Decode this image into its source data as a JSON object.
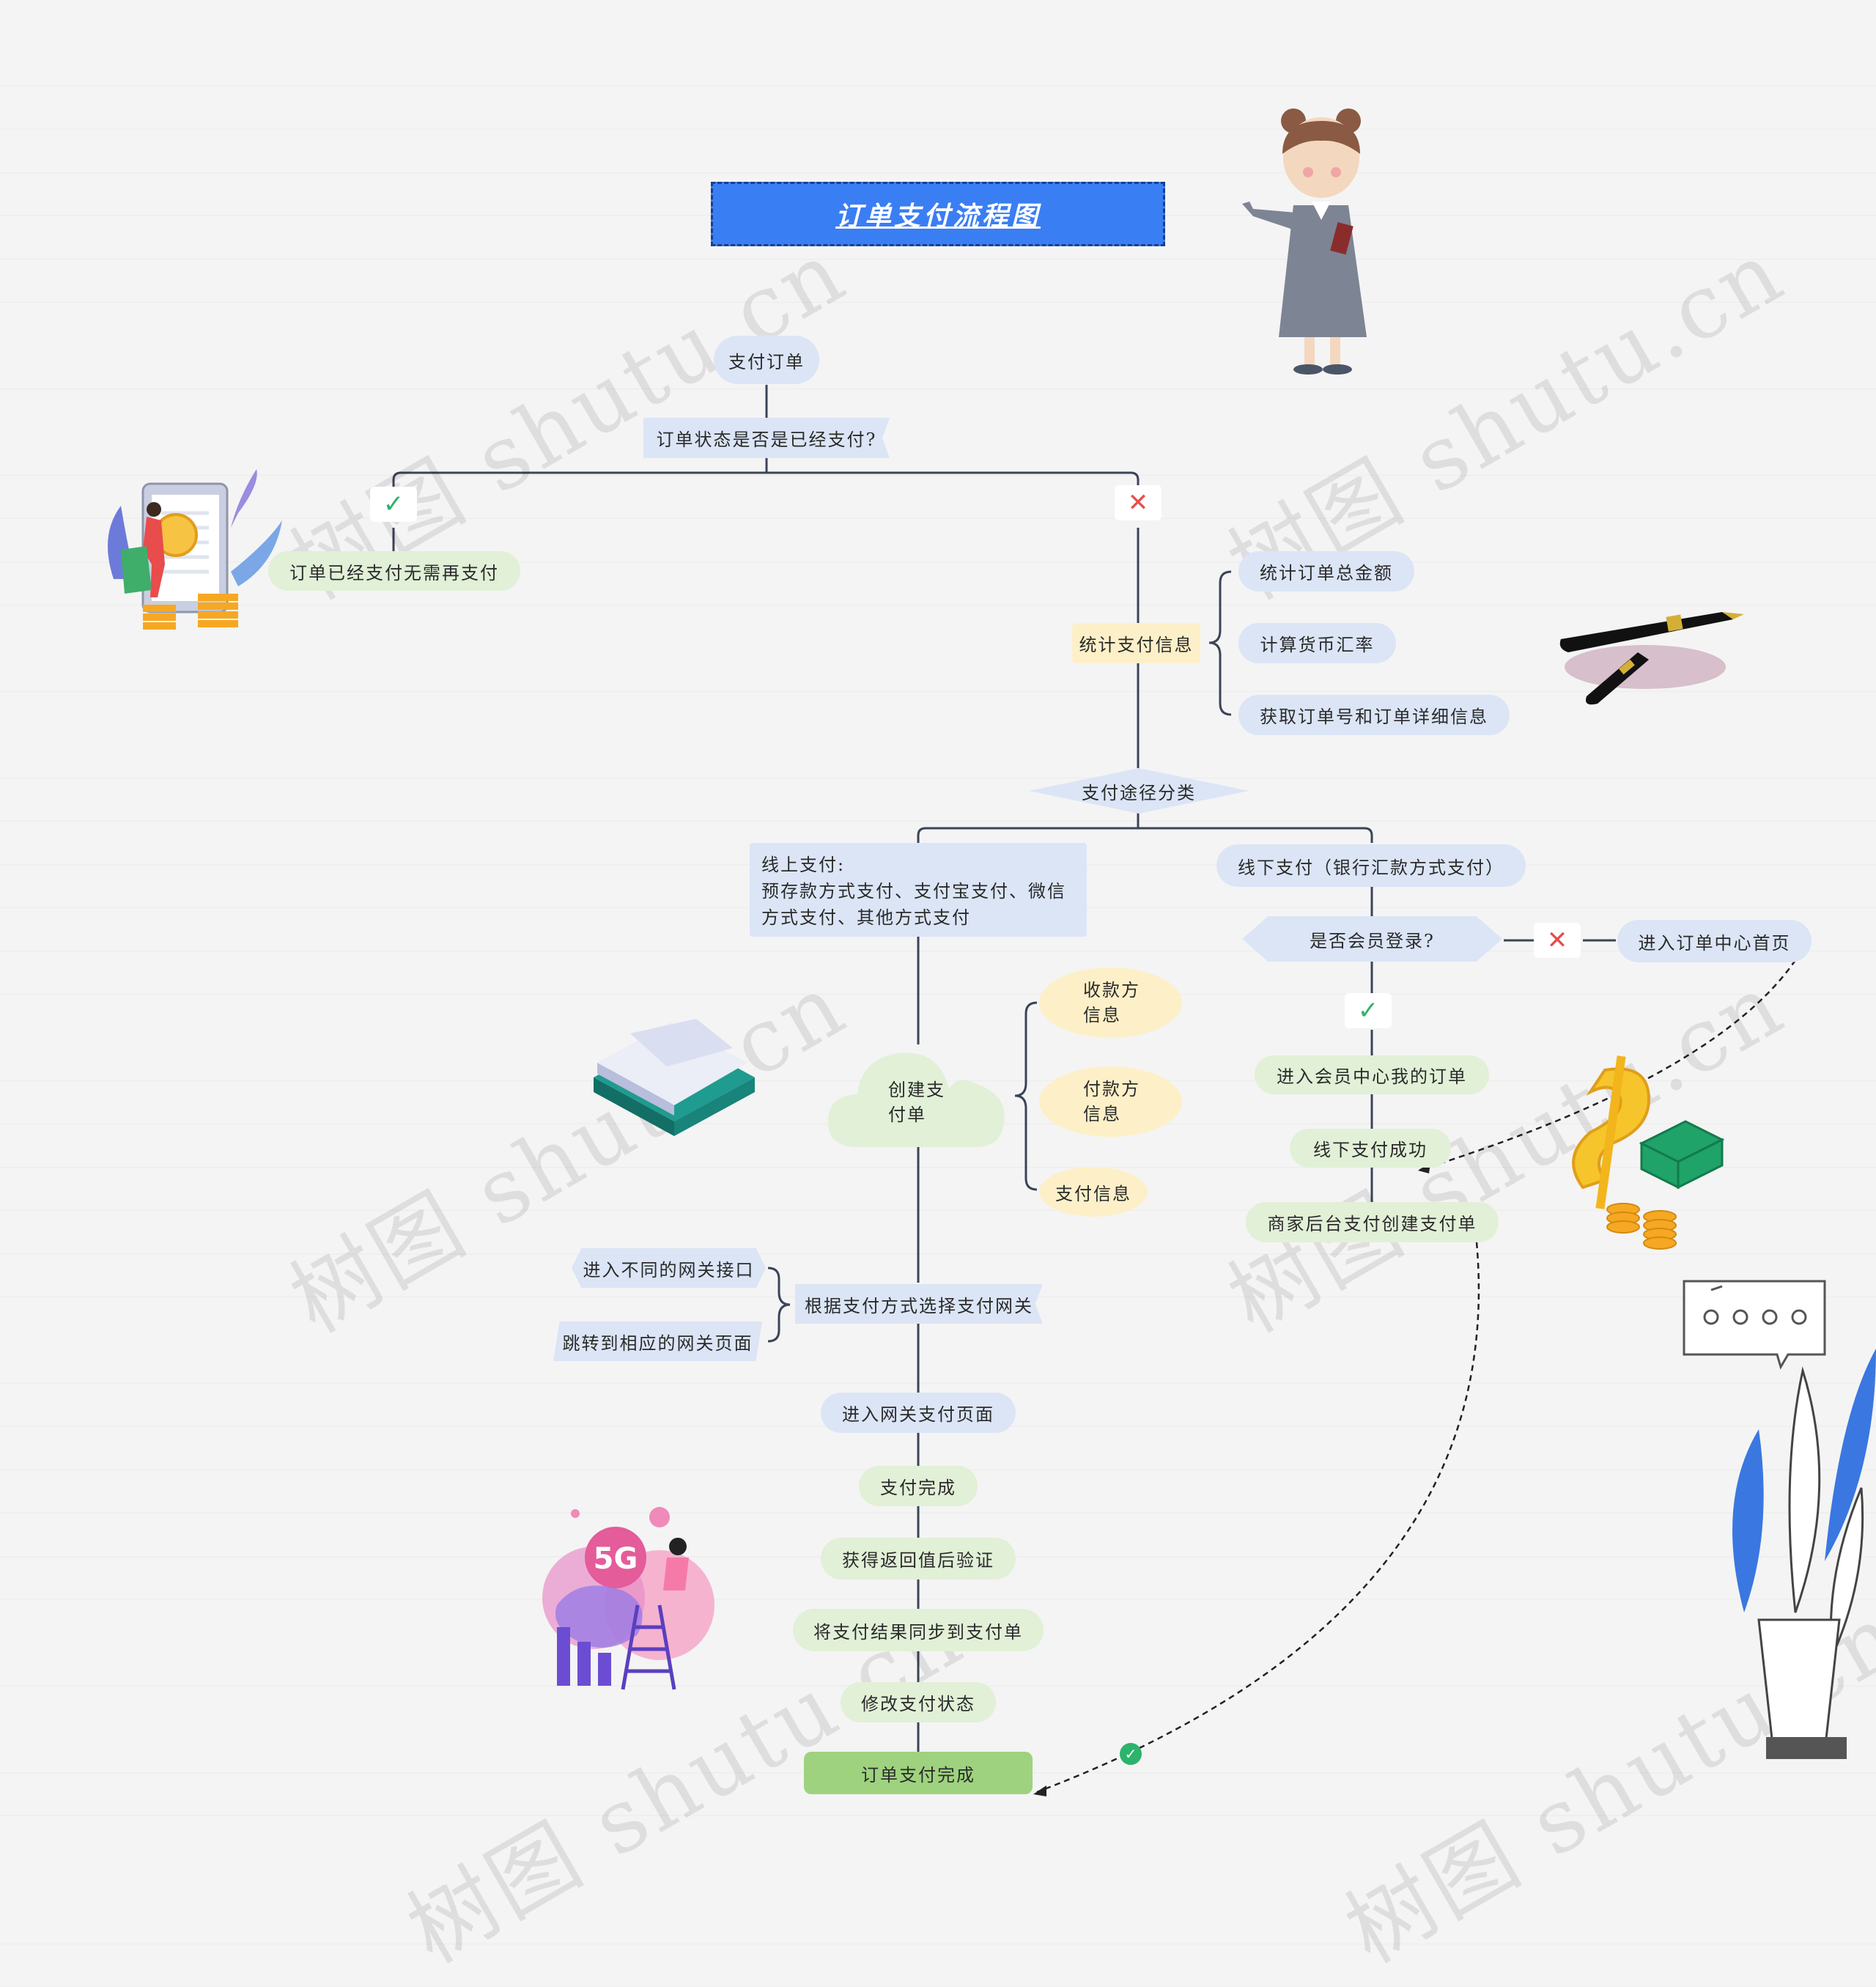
{
  "title": "订单支付流程图",
  "watermark_text": "树图 shutu.cn",
  "nodes": {
    "pay_order": "支付订单",
    "order_status_question": "订单状态是否是已经支付?",
    "already_paid": "订单已经支付无需再支付",
    "stat_pay_info": "统计支付信息",
    "stat_total": "统计订单总金额",
    "calc_rate": "计算货币汇率",
    "get_detail": "获取订单号和订单详细信息",
    "pay_route": "支付途径分类",
    "online_pay": "线上支付:\n预存款方式支付、支付宝支付、微信方式支付、其他方式支付",
    "offline_pay": "线下支付（银行汇款方式支付）",
    "member_login_question": "是否会员登录?",
    "order_center_home": "进入订单中心首页",
    "member_center_orders": "进入会员中心我的订单",
    "offline_success": "线下支付成功",
    "merchant_create": "商家后台支付创建支付单",
    "create_pay_order": "创建支\n付单",
    "payee_info": "收款方\n信息",
    "payer_info": "付款方\n信息",
    "pay_info": "支付信息",
    "select_gateway": "根据支付方式选择支付网关",
    "enter_interfaces": "进入不同的网关接口",
    "jump_gateway_page": "跳转到相应的网关页面",
    "enter_gateway_page": "进入网关支付页面",
    "pay_done": "支付完成",
    "verify_return": "获得返回值后验证",
    "sync_result": "将支付结果同步到支付单",
    "modify_status": "修改支付状态",
    "order_paid": "订单支付完成"
  },
  "illustrations": {
    "fiveg_label": "5G"
  },
  "colors": {
    "title_bg": "#3a7ef3",
    "node_blue": "#dbe5f6",
    "node_green": "#e1f0d7",
    "node_yellow": "#fdf0c8",
    "final_green": "#9ed27f",
    "line": "#3b4458",
    "check": "#2db36b",
    "cross": "#e74c4c"
  },
  "icons": [
    "check-icon",
    "cross-icon"
  ]
}
